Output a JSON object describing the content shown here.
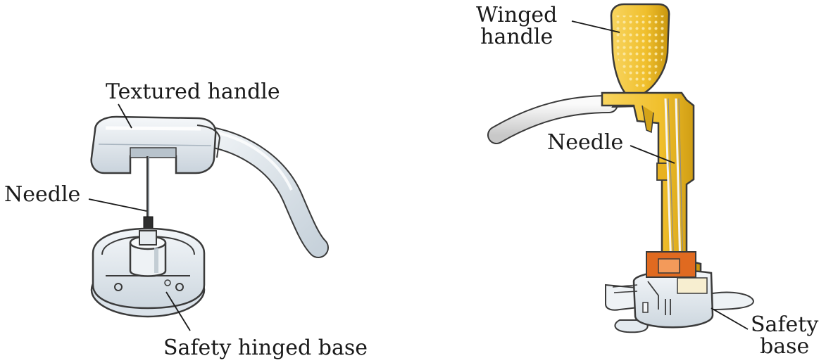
{
  "left_device": {
    "labels": {
      "textured_handle": "Textured handle",
      "needle": "Needle",
      "safety_hinged_base": "Safety hinged base"
    }
  },
  "right_device": {
    "labels": {
      "winged_handle_line1": "Winged",
      "winged_handle_line2": "handle",
      "needle": "Needle",
      "safety_base_line1": "Safety",
      "safety_base_line2": "base"
    }
  },
  "colors": {
    "outline": "#3a3a3a",
    "tube": "#dfe7ee",
    "translucent_body": "#e8eef3",
    "winged_yellow": "#f2c230",
    "winged_yellow_dark": "#c9960e",
    "accent_orange": "#e06a20",
    "base_white": "#f4f6f8"
  }
}
